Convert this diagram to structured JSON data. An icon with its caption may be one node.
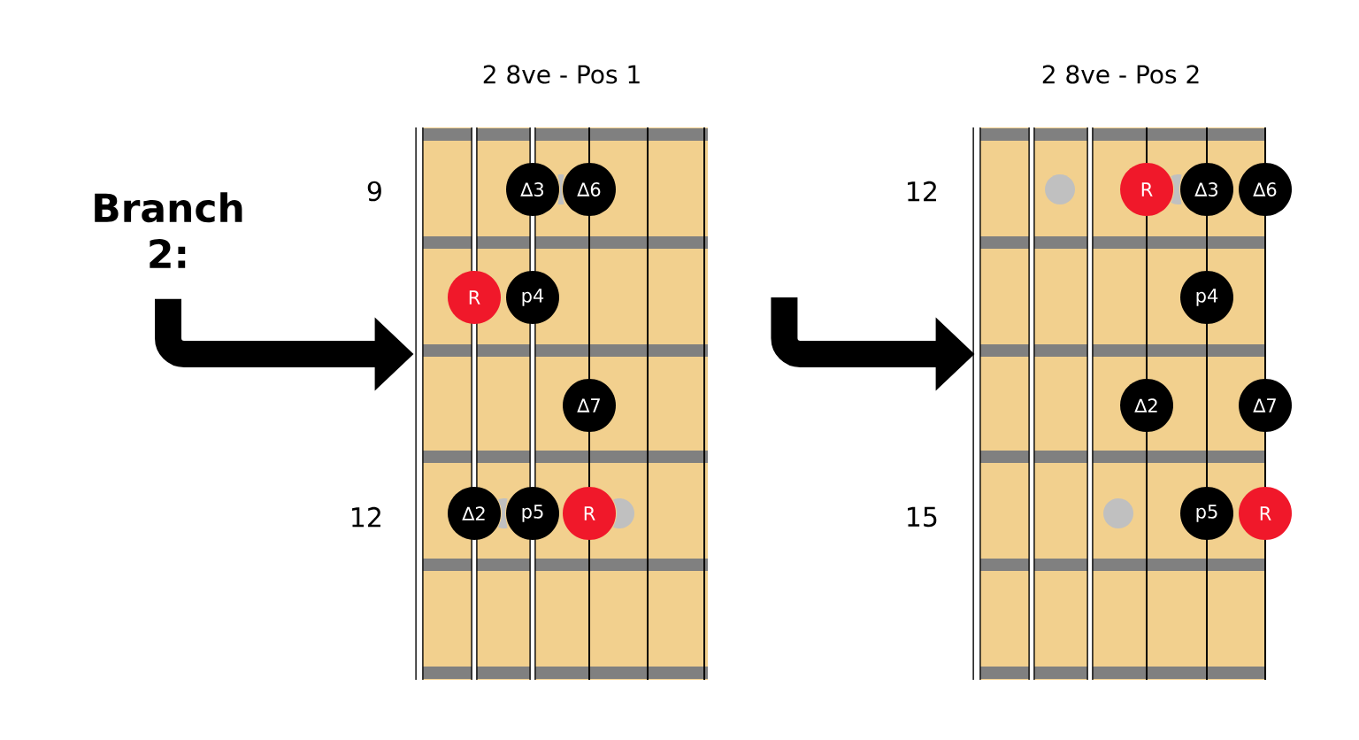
{
  "diagram": {
    "nodes": [
      {
        "text": [
          "Branch 2:"
        ]
      },
      {
        "text": [
          "2 8ve - Pos 1"
        ],
        "beside": [
          "9",
          "12"
        ]
      },
      {
        "text": [
          "∆3"
        ],
        "in": 1
      },
      {
        "text": [],
        "shape": "circle",
        "in": 1
      },
      {
        "text": [
          "∆6"
        ],
        "in": 1
      },
      {
        "text": [
          "R"
        ],
        "in": 1
      },
      {
        "text": [
          "p4"
        ],
        "in": 1
      },
      {
        "text": [
          "∆7"
        ],
        "in": 1
      },
      {
        "text": [
          "∆2"
        ],
        "in": 1
      },
      {
        "text": [],
        "shape": "circle",
        "in": 1
      },
      {
        "text": [
          "p5"
        ],
        "in": 1
      },
      {
        "text": [
          "R"
        ],
        "in": 1
      },
      {
        "text": [],
        "shape": "circle",
        "in": 1
      },
      {
        "text": [
          "2 8ve - Pos 2"
        ],
        "beside": [
          "12",
          "15"
        ]
      },
      {
        "text": [],
        "shape": "circle",
        "in": 13
      },
      {
        "text": [
          "R"
        ],
        "in": 13
      },
      {
        "text": [],
        "shape": "circle",
        "in": 13
      },
      {
        "text": [
          "∆3"
        ],
        "in": 13
      },
      {
        "text": [
          "∆6"
        ],
        "in": 13
      },
      {
        "text": [
          "p4"
        ],
        "in": 13
      },
      {
        "text": [
          "∆2"
        ],
        "in": 13
      },
      {
        "text": [
          "∆7"
        ],
        "in": 13
      },
      {
        "text": [],
        "shape": "circle",
        "in": 13
      },
      {
        "text": [
          "p5"
        ],
        "in": 13
      },
      {
        "text": [
          "R"
        ],
        "in": 13
      }
    ],
    "edges": [
      {
        "from": 0,
        "to": 1,
        "arrow": "to"
      },
      {
        "from": 1,
        "to": 13,
        "arrow": "to"
      }
    ]
  }
}
